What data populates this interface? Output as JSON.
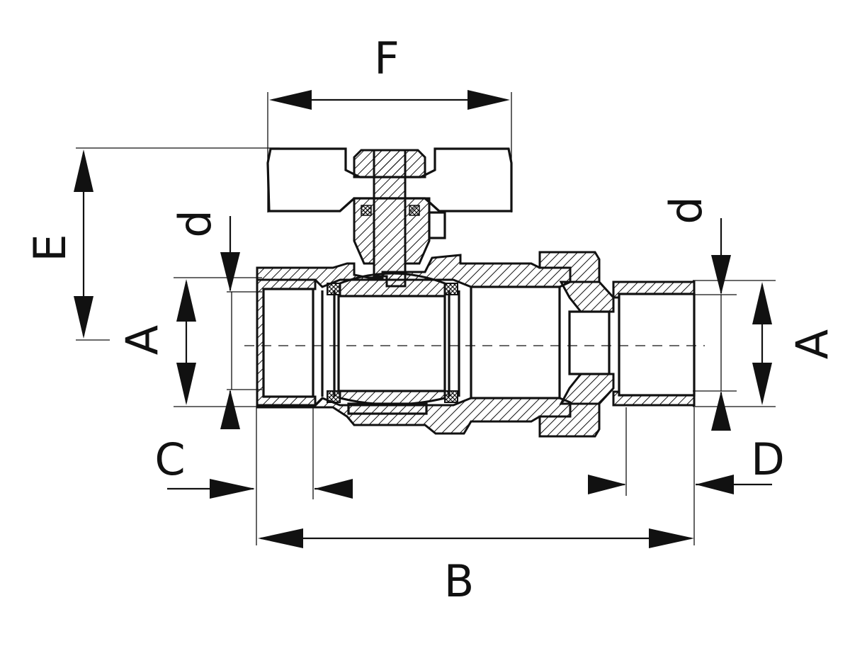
{
  "labels": {
    "F": "F",
    "E": "E",
    "d_left": "d",
    "d_right": "d",
    "A_left": "A",
    "A_right": "A",
    "C": "C",
    "D": "D",
    "B": "B"
  },
  "colors": {
    "line": "#111111",
    "background": "#ffffff"
  }
}
